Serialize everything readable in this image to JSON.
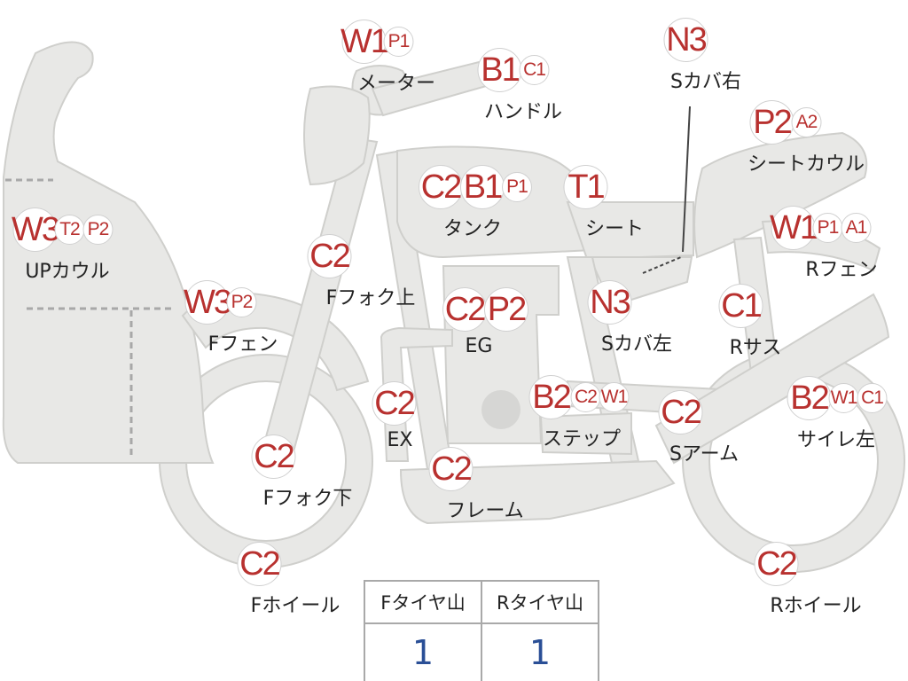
{
  "parts": [
    {
      "id": "meter",
      "label": "メーター",
      "codes": [
        {
          "code": "W1",
          "size": "big"
        },
        {
          "code": "P1",
          "size": "small"
        }
      ]
    },
    {
      "id": "handle",
      "label": "ハンドル",
      "codes": [
        {
          "code": "B1",
          "size": "big"
        },
        {
          "code": "C1",
          "size": "small"
        }
      ]
    },
    {
      "id": "s-cover-right",
      "label": "Sカバ右",
      "codes": [
        {
          "code": "N3",
          "size": "big"
        }
      ]
    },
    {
      "id": "seat-cowl",
      "label": "シートカウル",
      "codes": [
        {
          "code": "P2",
          "size": "big"
        },
        {
          "code": "A2",
          "size": "small"
        }
      ]
    },
    {
      "id": "tank",
      "label": "タンク",
      "codes": [
        {
          "code": "C2",
          "size": "big"
        },
        {
          "code": "B1",
          "size": "big"
        },
        {
          "code": "P1",
          "size": "small"
        }
      ]
    },
    {
      "id": "seat",
      "label": "シート",
      "codes": [
        {
          "code": "T1",
          "size": "big"
        }
      ]
    },
    {
      "id": "up-cowl",
      "label": "UPカウル",
      "codes": [
        {
          "code": "W3",
          "size": "big"
        },
        {
          "code": "T2",
          "size": "small"
        },
        {
          "code": "P2",
          "size": "small"
        }
      ]
    },
    {
      "id": "r-fender",
      "label": "Rフェン",
      "codes": [
        {
          "code": "W1",
          "size": "big"
        },
        {
          "code": "P1",
          "size": "small"
        },
        {
          "code": "A1",
          "size": "small"
        }
      ]
    },
    {
      "id": "f-fork-upper",
      "label": "Fフォク上",
      "codes": [
        {
          "code": "C2",
          "size": "big"
        }
      ]
    },
    {
      "id": "f-fender",
      "label": "Fフェン",
      "codes": [
        {
          "code": "W3",
          "size": "big"
        },
        {
          "code": "P2",
          "size": "small"
        }
      ]
    },
    {
      "id": "eg",
      "label": "EG",
      "codes": [
        {
          "code": "C2",
          "size": "big"
        },
        {
          "code": "P2",
          "size": "big"
        }
      ]
    },
    {
      "id": "s-cover-left",
      "label": "Sカバ左",
      "codes": [
        {
          "code": "N3",
          "size": "big"
        }
      ]
    },
    {
      "id": "r-sus",
      "label": "Rサス",
      "codes": [
        {
          "code": "C1",
          "size": "big"
        }
      ]
    },
    {
      "id": "ex",
      "label": "EX",
      "codes": [
        {
          "code": "C2",
          "size": "big"
        }
      ]
    },
    {
      "id": "step",
      "label": "ステップ",
      "codes": [
        {
          "code": "B2",
          "size": "big"
        },
        {
          "code": "C2",
          "size": "small"
        },
        {
          "code": "W1",
          "size": "small"
        }
      ]
    },
    {
      "id": "s-arm",
      "label": "Sアーム",
      "codes": [
        {
          "code": "C2",
          "size": "big"
        }
      ]
    },
    {
      "id": "silencer-left",
      "label": "サイレ左",
      "codes": [
        {
          "code": "B2",
          "size": "big"
        },
        {
          "code": "W1",
          "size": "small"
        },
        {
          "code": "C1",
          "size": "small"
        }
      ]
    },
    {
      "id": "f-fork-lower",
      "label": "Fフォク下",
      "codes": [
        {
          "code": "C2",
          "size": "big"
        }
      ]
    },
    {
      "id": "frame",
      "label": "フレーム",
      "codes": [
        {
          "code": "C2",
          "size": "big"
        }
      ]
    },
    {
      "id": "f-wheel",
      "label": "Fホイール",
      "codes": [
        {
          "code": "C2",
          "size": "big"
        }
      ]
    },
    {
      "id": "r-wheel",
      "label": "Rホイール",
      "codes": [
        {
          "code": "C2",
          "size": "big"
        }
      ]
    }
  ],
  "tire_table": {
    "headers": [
      "Fタイヤ山",
      "Rタイヤ山"
    ],
    "values": [
      "1",
      "1"
    ]
  },
  "colors": {
    "code_text": "#b8312f",
    "table_value": "#2a4f96",
    "body_fill": "#e8e8e6",
    "body_stroke": "#cfcfcc"
  }
}
